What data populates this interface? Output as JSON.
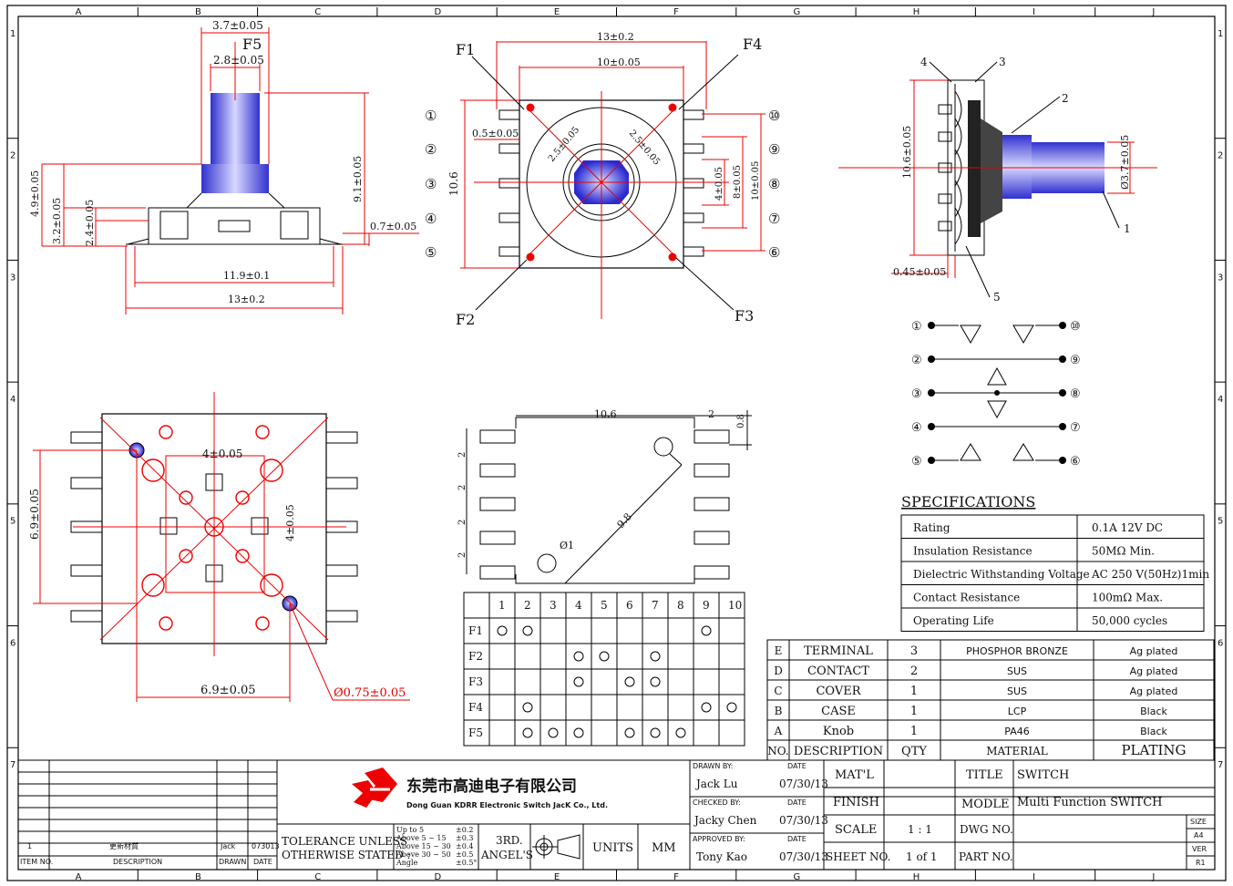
{
  "border": {
    "cols": [
      "A",
      "B",
      "C",
      "D",
      "E",
      "F",
      "G",
      "H",
      "I",
      "J"
    ],
    "rows": [
      "1",
      "2",
      "3",
      "4",
      "5",
      "6",
      "7"
    ]
  },
  "side_view": {
    "dims": [
      "3.7±0.05",
      "2.8±0.05",
      "F5",
      "4.9±0.05",
      "3.2±0.05",
      "2.4±0.05",
      "9.1±0.05",
      "0.7±0.05",
      "11.9±0.1",
      "13±0.2"
    ]
  },
  "top_view": {
    "labels": [
      "F1",
      "F2",
      "F3",
      "F4"
    ],
    "dims": [
      "13±0.2",
      "10±0.05",
      "0.5±0.05",
      "10.6",
      "2.5±0.05",
      "2.5±0.05",
      "4±0.05",
      "8±0.05",
      "10±0.05"
    ],
    "pins_left": [
      "①",
      "②",
      "③",
      "④",
      "⑤"
    ],
    "pins_right": [
      "⑩",
      "⑨",
      "⑧",
      "⑦",
      "⑥"
    ]
  },
  "right_view": {
    "dims": [
      "10.6±0.05",
      "0.45±0.05",
      "Ø3.7±0.05"
    ],
    "callouts": [
      "1",
      "2",
      "3",
      "4",
      "5"
    ]
  },
  "bottom_view": {
    "dims": [
      "4±0.05",
      "6.9±0.05",
      "4±0.05",
      "6.9±0.05",
      "Ø0.75±0.05"
    ]
  },
  "footprint": {
    "dims": [
      "10.6",
      "2",
      "0.8",
      "2",
      "2",
      "2",
      "2",
      "9.8",
      "Ø1"
    ]
  },
  "schematic": {
    "left": [
      "①",
      "②",
      "③",
      "④",
      "⑤"
    ],
    "right": [
      "⑩",
      "⑨",
      "⑧",
      "⑦",
      "⑥"
    ]
  },
  "truth_table": {
    "cols": [
      "1",
      "2",
      "3",
      "4",
      "5",
      "6",
      "7",
      "8",
      "9",
      "10"
    ],
    "rows": [
      {
        "label": "F1",
        "on": [
          1,
          2,
          9
        ]
      },
      {
        "label": "F2",
        "on": [
          4,
          5,
          7
        ]
      },
      {
        "label": "F3",
        "on": [
          4,
          6,
          7
        ]
      },
      {
        "label": "F4",
        "on": [
          2,
          9,
          10
        ]
      },
      {
        "label": "F5",
        "on": [
          2,
          3,
          4,
          6,
          7,
          8
        ]
      }
    ]
  },
  "specifications": {
    "title": "SPECIFICATIONS",
    "rows": [
      [
        "Rating",
        "0.1A 12V DC"
      ],
      [
        "Insulation Resistance",
        "50MΩ Min."
      ],
      [
        "Dielectric Withstanding Voltage",
        "AC 250 V(50Hz)1min"
      ],
      [
        "Contact Resistance",
        "100mΩ Max."
      ],
      [
        "Operating Life",
        "50,000 cycles"
      ]
    ]
  },
  "bom": {
    "rows": [
      [
        "E",
        "TERMINAL",
        "3",
        "PHOSPHOR BRONZE",
        "Ag plated"
      ],
      [
        "D",
        "CONTACT",
        "2",
        "SUS",
        "Ag plated"
      ],
      [
        "C",
        "COVER",
        "1",
        "SUS",
        "Ag plated"
      ],
      [
        "B",
        "CASE",
        "1",
        "LCP",
        "Black"
      ],
      [
        "A",
        "Knob",
        "1",
        "PA46",
        "Black"
      ]
    ],
    "header": [
      "NO.",
      "DESCRIPTION",
      "QTY",
      "MATERIAL",
      "PLATING"
    ]
  },
  "title_block": {
    "rev_row": [
      "1",
      "更新材質",
      "Jack",
      "073013"
    ],
    "rev_header": [
      "ITEM NO.",
      "DESCRIPTION",
      "DRAWN",
      "DATE"
    ],
    "company_cn": "东莞市高迪电子有限公司",
    "company_en": "Dong Guan KDRR  Electronic Switch JacK Co., Ltd.",
    "tolerance_1": "TOLERANCE UNLESS",
    "tolerance_2": "OTHERWISE STATED :",
    "tol_ranges": [
      "Up  to 5",
      "Above 5  ~ 15",
      "Above 15 ~ 30",
      "Above 30 ~ 50",
      "Angle"
    ],
    "tol_values": [
      "±0.2",
      "±0.3",
      "±0.4",
      "±0.5",
      "±0.5°"
    ],
    "angle_1": "3RD.",
    "angle_2": "ANGEL'S",
    "units_label": "UNITS",
    "units_value": "MM",
    "drawn_by": "DRAWN BY:",
    "drawn_name": "Jack  Lu",
    "checked_by": "CHECKED BY:",
    "checked_name": "Jacky Chen",
    "approved_by": "APPROVED BY:",
    "approved_name": "Tony Kao",
    "date_label": "DATE",
    "date_value": "07/30/13",
    "matl": "MAT'L",
    "finish": "FINISH",
    "scale": "SCALE",
    "scale_value": "1 : 1",
    "sheet": "SHEET NO.",
    "sheet_value": "1 of 1",
    "title_label": "TITLE",
    "title_value": "SWITCH",
    "model_label": "MODLE",
    "model_value": "Multi Function   SWITCH",
    "dwg": "DWG NO.",
    "part": "PART NO.",
    "size": "SIZE",
    "size_value": "A4",
    "ver": "VER",
    "ver_value": "R1"
  }
}
